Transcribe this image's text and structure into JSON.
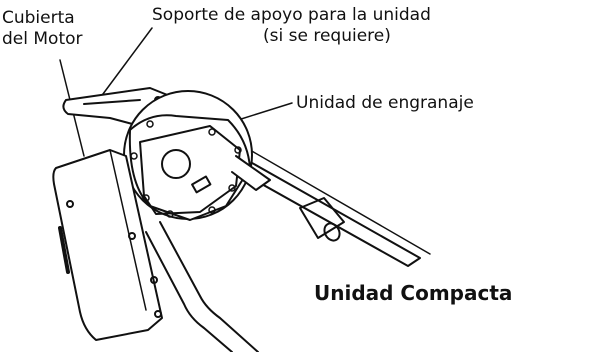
{
  "labels": {
    "motor_cover_line1": "Cubierta",
    "motor_cover_line2": "del Motor",
    "support_line1": "Soporte de apoyo para la unidad",
    "support_line2": "(si se requiere)",
    "gear_unit": "Unidad de engranaje"
  },
  "title": "Unidad Compacta"
}
